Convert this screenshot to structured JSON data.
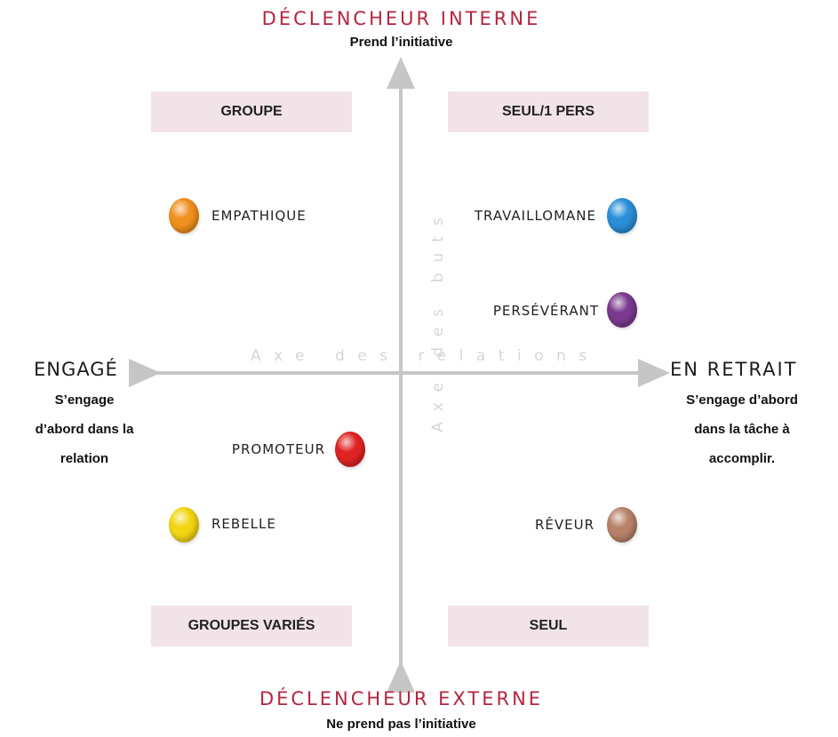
{
  "top": {
    "title": "DÉCLENCHEUR INTERNE",
    "subtitle": "Prend l’initiative"
  },
  "bottom": {
    "title": "DÉCLENCHEUR EXTERNE",
    "subtitle": "Ne prend pas l’initiative"
  },
  "left": {
    "title": "ENGAGÉ",
    "desc": [
      "S’engage",
      "d’abord dans la",
      "relation"
    ]
  },
  "right": {
    "title": "EN RETRAIT",
    "desc": [
      "S’engage d’abord",
      "dans la tâche à",
      "accomplir."
    ]
  },
  "boxes": {
    "top_left": "GROUPE",
    "top_right": "SEUL/1 PERS",
    "bottom_left": "GROUPES VARIÉS",
    "bottom_right": "SEUL"
  },
  "axis_watermarks": {
    "horizontal": "Axe des relations",
    "vertical": "Axe des buts"
  },
  "profiles": [
    {
      "label": "EMPATHIQUE",
      "color": "#f0901e"
    },
    {
      "label": "TRAVAILLOMANE",
      "color": "#2a8fd8"
    },
    {
      "label": "PERSÉVÉRANT",
      "color": "#7a3a8e"
    },
    {
      "label": "PROMOTEUR",
      "color": "#e02424"
    },
    {
      "label": "REBELLE",
      "color": "#f2d612"
    },
    {
      "label": "RÊVEUR",
      "color": "#b8826a"
    }
  ]
}
